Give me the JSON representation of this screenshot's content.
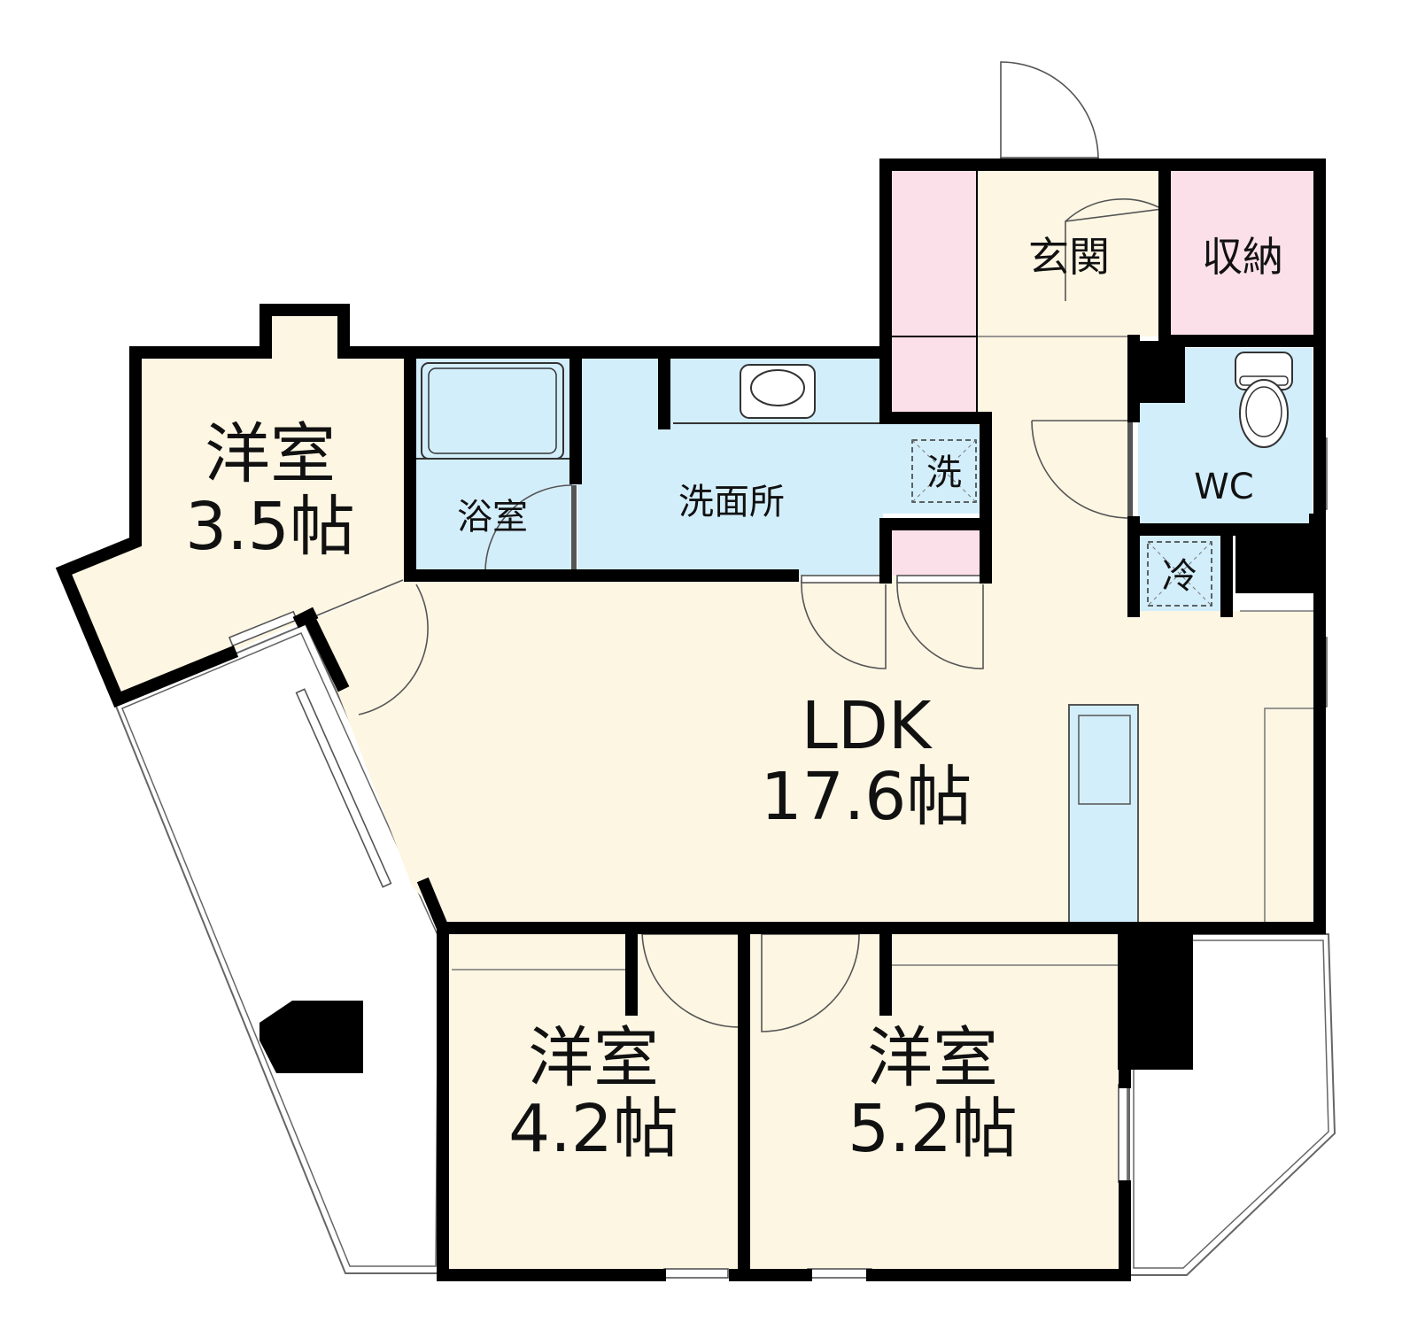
{
  "rooms": {
    "western_nw": {
      "name": "洋室",
      "size": "3.5帖"
    },
    "bath": {
      "name": "浴室"
    },
    "washroom": {
      "name": "洗面所"
    },
    "washer": {
      "name": "洗"
    },
    "entrance": {
      "name": "玄関"
    },
    "storage": {
      "name": "収納"
    },
    "wc": {
      "name": "WC"
    },
    "fridge": {
      "name": "冷"
    },
    "ldk": {
      "name": "LDK",
      "size": "17.6帖"
    },
    "western_s1": {
      "name": "洋室",
      "size": "4.2帖"
    },
    "western_s2": {
      "name": "洋室",
      "size": "5.2帖"
    }
  },
  "colors": {
    "living": "#fdf6e3",
    "wet": "#d3eefb",
    "storage": "#fbe0ea",
    "wall": "#000000"
  }
}
